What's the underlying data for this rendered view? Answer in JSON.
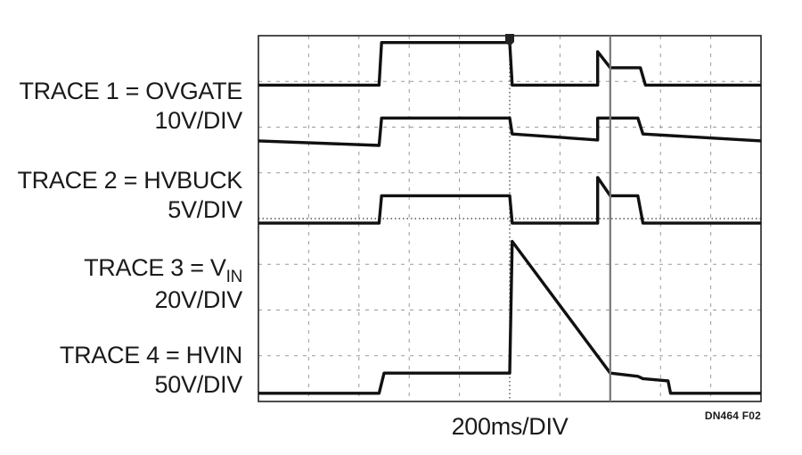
{
  "chart_data": {
    "type": "line",
    "title": "",
    "xlabel": "200ms/DIV",
    "figure_id": "DN464 F02",
    "x_unit": "ms",
    "x_per_div": 200,
    "xlim": [
      0,
      2000
    ],
    "y_unit": "div",
    "ylim": [
      0,
      8
    ],
    "grid": true,
    "traces": [
      {
        "label": "TRACE 1 = OVGATE",
        "name": "OVGATE",
        "scale": "10V/DIV",
        "color": "#111111",
        "points": [
          [
            0,
            6.92
          ],
          [
            480,
            6.92
          ],
          [
            490,
            7.85
          ],
          [
            1000,
            7.85
          ],
          [
            1010,
            6.92
          ],
          [
            1350,
            6.92
          ],
          [
            1350,
            7.65
          ],
          [
            1400,
            7.3
          ],
          [
            1520,
            7.3
          ],
          [
            1540,
            6.92
          ],
          [
            2000,
            6.92
          ]
        ]
      },
      {
        "label": "TRACE 2 = HVBUCK",
        "name": "HVBUCK",
        "scale": "5V/DIV",
        "color": "#111111",
        "points": [
          [
            0,
            5.7
          ],
          [
            480,
            5.6
          ],
          [
            490,
            6.2
          ],
          [
            1000,
            6.2
          ],
          [
            1010,
            5.85
          ],
          [
            1350,
            5.72
          ],
          [
            1350,
            6.2
          ],
          [
            1510,
            6.2
          ],
          [
            1530,
            5.85
          ],
          [
            2000,
            5.7
          ]
        ]
      },
      {
        "label": "TRACE 3 = V",
        "label_sub": "IN",
        "name": "VIN",
        "scale": "20V/DIV",
        "color": "#111111",
        "points": [
          [
            0,
            3.9
          ],
          [
            480,
            3.9
          ],
          [
            490,
            4.5
          ],
          [
            1000,
            4.5
          ],
          [
            1010,
            3.9
          ],
          [
            1350,
            3.9
          ],
          [
            1350,
            4.9
          ],
          [
            1400,
            4.5
          ],
          [
            1510,
            4.5
          ],
          [
            1530,
            3.9
          ],
          [
            2000,
            3.9
          ]
        ]
      },
      {
        "label": "TRACE 4 = HVIN",
        "name": "HVIN",
        "scale": "50V/DIV",
        "color": "#111111",
        "points": [
          [
            0,
            0.18
          ],
          [
            480,
            0.18
          ],
          [
            500,
            0.62
          ],
          [
            1000,
            0.62
          ],
          [
            1010,
            3.5
          ],
          [
            1400,
            0.62
          ],
          [
            1510,
            0.55
          ],
          [
            1530,
            0.5
          ],
          [
            1630,
            0.45
          ],
          [
            1640,
            0.18
          ],
          [
            2000,
            0.18
          ]
        ]
      }
    ],
    "markers": [
      {
        "name": "trigger-marker",
        "x": 1000,
        "kind": "trigger"
      },
      {
        "name": "cursor",
        "x": 1400,
        "kind": "vertical-line"
      }
    ]
  }
}
